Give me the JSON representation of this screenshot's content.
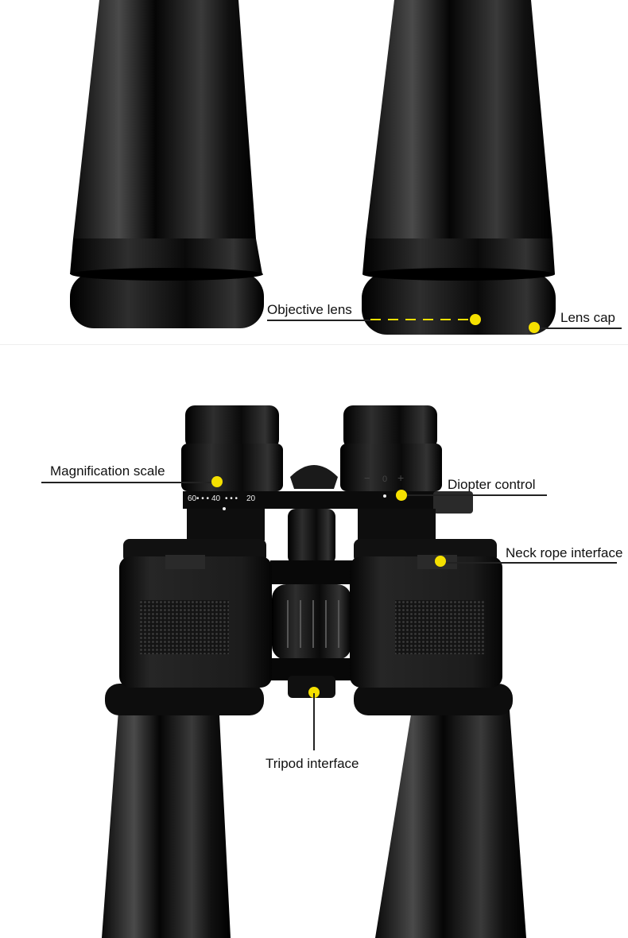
{
  "accent_color": "#f5e000",
  "top_panel": {
    "callouts": [
      {
        "id": "objective-lens",
        "label": "Objective lens"
      },
      {
        "id": "lens-cap",
        "label": "Lens cap"
      }
    ]
  },
  "bottom_panel": {
    "callouts": [
      {
        "id": "magnification-scale",
        "label": "Magnification scale"
      },
      {
        "id": "diopter-control",
        "label": "Diopter control"
      },
      {
        "id": "neck-rope-interface",
        "label": "Neck rope interface"
      },
      {
        "id": "tripod-interface",
        "label": "Tripod interface"
      }
    ],
    "magnification_scale_marks": [
      "60",
      "40",
      "20"
    ],
    "diopter_marks": [
      "−",
      "0",
      "+"
    ]
  }
}
